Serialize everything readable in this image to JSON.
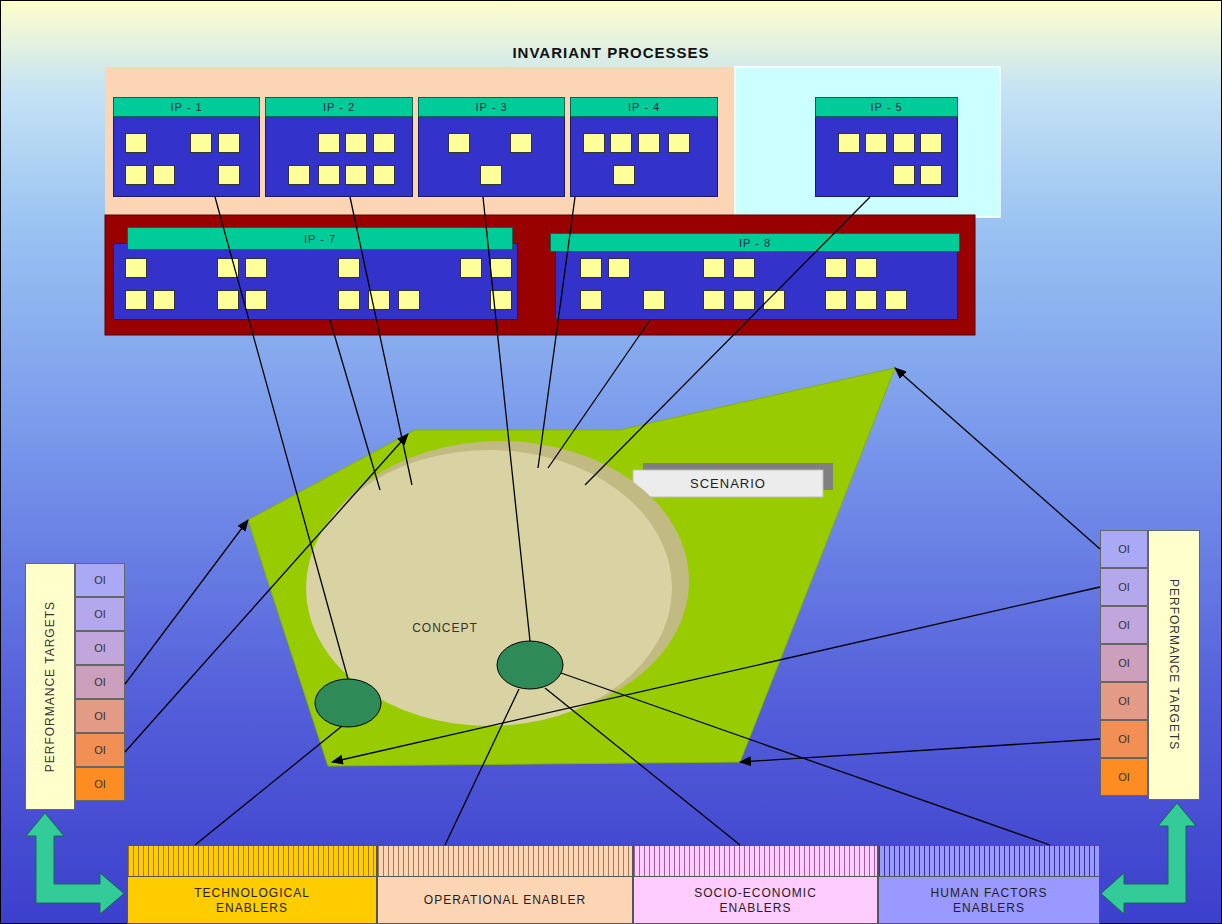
{
  "diagram": {
    "title": "INVARIANT PROCESSES",
    "nodes": [
      {
        "text": [
          "IP - 1"
        ]
      },
      {
        "text": [
          "IP - 2"
        ]
      },
      {
        "text": [
          "IP - 3"
        ]
      },
      {
        "text": [
          "IP - 4"
        ]
      },
      {
        "text": [
          "IP - 5"
        ]
      },
      {
        "text": [
          "IP - 7"
        ]
      },
      {
        "text": [
          "IP - 8"
        ]
      },
      {
        "text": [
          "PERFORMANCE TARGETS"
        ]
      },
      {
        "text": [
          "OI"
        ]
      },
      {
        "text": [
          "OI"
        ]
      },
      {
        "text": [
          "OI"
        ]
      },
      {
        "text": [
          "OI"
        ]
      },
      {
        "text": [
          "OI"
        ]
      },
      {
        "text": [
          "OI"
        ]
      },
      {
        "text": [
          "OI"
        ]
      },
      {
        "text": [
          "SCENARIO"
        ]
      },
      {
        "text": [
          "CONCEPT"
        ],
        "in": 15
      },
      {
        "text": [
          "OI"
        ]
      },
      {
        "text": [
          "OI"
        ]
      },
      {
        "text": [
          "OI"
        ]
      },
      {
        "text": [
          "OI"
        ]
      },
      {
        "text": [
          "OI"
        ]
      },
      {
        "text": [
          "OI"
        ]
      },
      {
        "text": [
          "OI"
        ]
      },
      {
        "text": [
          "PERFORMANCE TARGETS"
        ]
      },
      {
        "text": [
          "TECHNOLOGICAL ENABLERS"
        ]
      },
      {
        "text": [
          "OPERATIONAL ENABLER"
        ]
      },
      {
        "text": [
          "SOCIO-ECONOMIC ENABLERS"
        ]
      },
      {
        "text": [
          "HUMAN FACTORS ENABLERS"
        ]
      }
    ],
    "edges": [
      {
        "from": 0,
        "to": 16,
        "arrow": "none"
      },
      {
        "from": 1,
        "to": 16,
        "arrow": "none"
      },
      {
        "from": 2,
        "to": 16,
        "arrow": "none"
      },
      {
        "from": 3,
        "to": 16,
        "arrow": "none"
      },
      {
        "from": 4,
        "to": 16,
        "arrow": "none"
      },
      {
        "from": 5,
        "to": 16,
        "arrow": "none"
      },
      {
        "from": 6,
        "to": 16,
        "arrow": "none"
      },
      {
        "from": 11,
        "to": 15,
        "arrow": "to"
      },
      {
        "from": 13,
        "to": 15,
        "arrow": "to"
      },
      {
        "from": 17,
        "to": 15,
        "arrow": "to"
      },
      {
        "from": 18,
        "to": 15,
        "arrow": "to"
      },
      {
        "from": 22,
        "to": 15,
        "arrow": "to"
      },
      {
        "from": 25,
        "to": 16,
        "arrow": "none"
      },
      {
        "from": 26,
        "to": 16,
        "arrow": "none"
      },
      {
        "from": 27,
        "to": 16,
        "arrow": "none"
      },
      {
        "from": 28,
        "to": 16,
        "arrow": "none"
      }
    ]
  }
}
